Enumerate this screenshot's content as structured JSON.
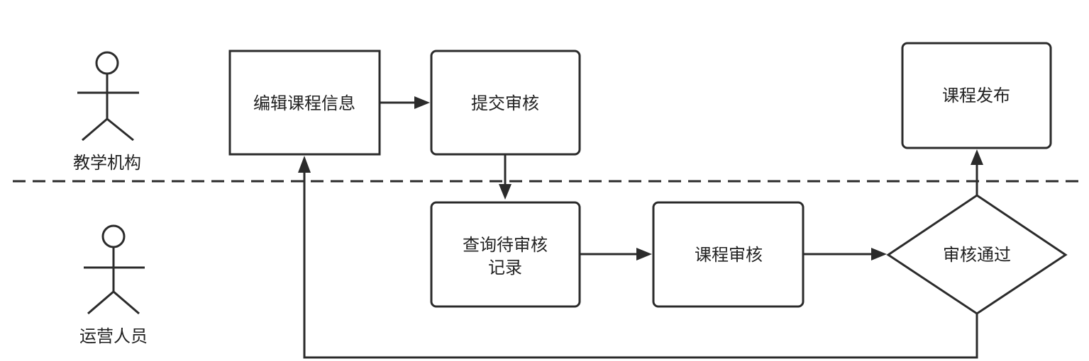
{
  "actors": {
    "top": {
      "label": "教学机构"
    },
    "bottom": {
      "label": "运营人员"
    }
  },
  "nodes": {
    "edit_course": {
      "label": "编辑课程信息"
    },
    "submit_review": {
      "label": "提交审核"
    },
    "publish": {
      "label": "课程发布"
    },
    "query_pending": {
      "line1": "查询待审核",
      "line2": "记录"
    },
    "course_review": {
      "label": "课程审核"
    },
    "review_passed": {
      "label": "审核通过"
    }
  },
  "colors": {
    "stroke": "#2b2b2b",
    "text": "#222222",
    "background": "#ffffff"
  }
}
